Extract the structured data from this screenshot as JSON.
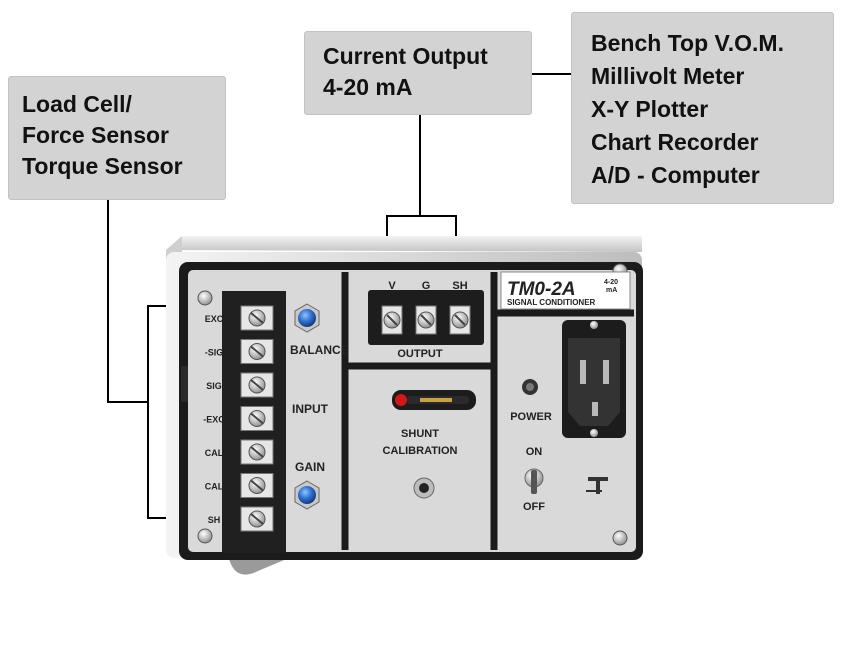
{
  "callouts": {
    "input_sensors": [
      "Load Cell/",
      "Force Sensor",
      "Torque Sensor"
    ],
    "current_output": [
      "Current Output",
      "4-20 mA"
    ],
    "output_devices": [
      "Bench Top V.O.M.",
      "Millivolt Meter",
      "X-Y Plotter",
      "Chart Recorder",
      "A/D - Computer"
    ]
  },
  "device": {
    "model": "TM0-2A",
    "model_range": [
      "4-20",
      "mA"
    ],
    "subtitle": "SIGNAL CONDITIONER",
    "input_terminals": [
      "EXC",
      "-SIG",
      "SIG",
      "-EXC",
      "CAL",
      "CAL",
      "SH"
    ],
    "balance_label": "BALANCE",
    "input_label": "INPUT",
    "gain_label": "GAIN",
    "output_terminals": [
      "V",
      "G",
      "SH"
    ],
    "output_label": "OUTPUT",
    "shunt_label": [
      "SHUNT",
      "CALIBRATION"
    ],
    "power_label": "POWER",
    "switch_on": "ON",
    "switch_off": "OFF"
  }
}
